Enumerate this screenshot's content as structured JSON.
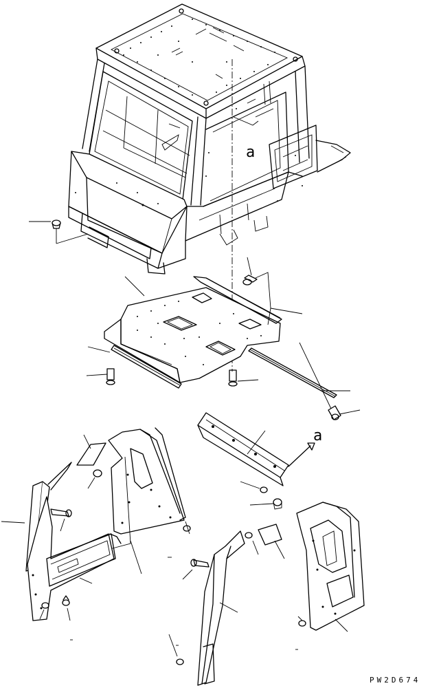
{
  "drawing": {
    "code": "PW2D674",
    "view_ref_top": "a",
    "view_ref_arrow": "a"
  },
  "colors": {
    "ink": "#000000",
    "paper": "#ffffff"
  }
}
